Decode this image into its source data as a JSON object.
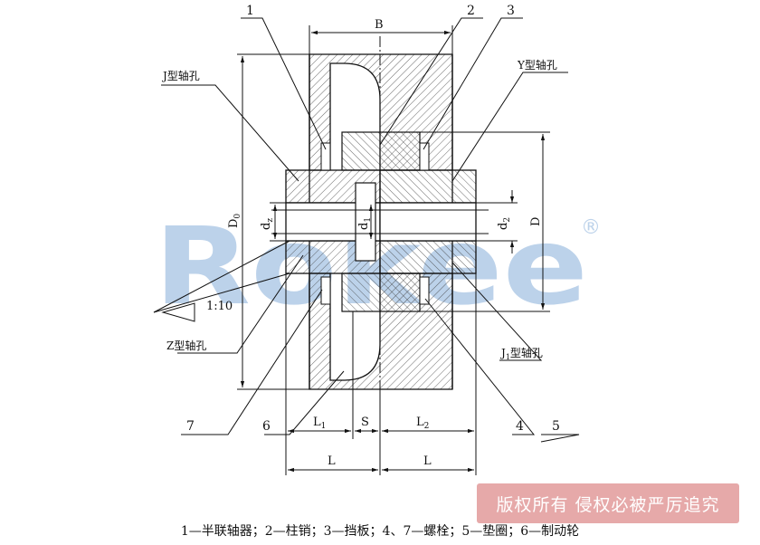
{
  "callouts": {
    "n1": "1",
    "n2": "2",
    "n3": "3",
    "n4": "4",
    "n5": "5",
    "n6": "6",
    "n7": "7"
  },
  "bore_labels": {
    "j": "J型轴孔",
    "y": "Y型轴孔",
    "z": "Z型轴孔",
    "j1": "J",
    "j1_sub": "1",
    "j1_suffix": "型轴孔"
  },
  "dimensions": {
    "B": "B",
    "D0": "D",
    "D0_sub": "0",
    "D": "D",
    "d1": "d",
    "d1_sub": "1",
    "d2": "d",
    "d2_sub": "2",
    "dz": "d",
    "dz_sub": "z",
    "L1": "L",
    "L1_sub": "1",
    "L2": "L",
    "L2_sub": "2",
    "S": "S",
    "L_left": "L",
    "L_right": "L",
    "taper": "1:10"
  },
  "watermark": {
    "text": "Rokee",
    "reg": "®"
  },
  "badge": "版权所有 侵权必被严厉追究",
  "caption": "1—半联轴器；2—柱销；3—挡板；4、7—螺栓；5—垫圈；6—制动轮",
  "colors": {
    "line": "#111111",
    "hatch": "#444444",
    "watermark": "#bcd2ea",
    "badge": "#e6a9a9"
  }
}
